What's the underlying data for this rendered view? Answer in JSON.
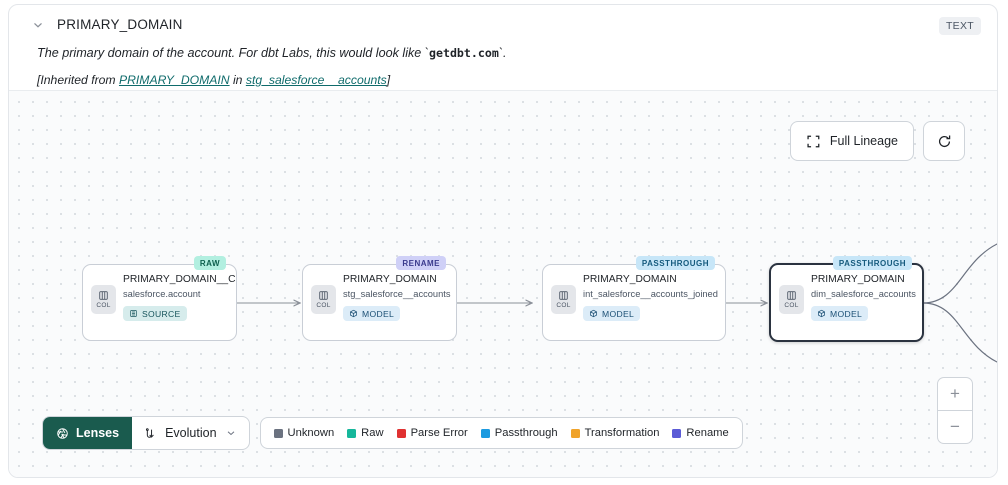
{
  "header": {
    "collapse_icon": "chevron-down-icon",
    "title": "PRIMARY_DOMAIN",
    "type_badge": "TEXT",
    "description_prefix": "The primary domain of the account. For dbt Labs, this would look like `",
    "description_code": "getdbt.com",
    "description_suffix": "`.",
    "inherit_open": "[Inherited from ",
    "inherit_link1": "PRIMARY_DOMAIN",
    "inherit_mid": " in ",
    "inherit_link2": "stg_salesforce__accounts",
    "inherit_close": "]"
  },
  "toolbar": {
    "full_lineage_label": "Full Lineage",
    "full_lineage_icon": "expand-icon",
    "refresh_icon": "refresh-icon"
  },
  "zoom_controls": {
    "zoom_in": "+",
    "zoom_out": "−"
  },
  "bottom_bar": {
    "lenses_label": "Lenses",
    "lenses_icon": "aperture-icon",
    "evolution_label": "Evolution",
    "evolution_icon": "evolution-icon",
    "evolution_chevron": "chevron-down-icon"
  },
  "legend": {
    "items": [
      {
        "label": "Unknown",
        "color": "#6b7280"
      },
      {
        "label": "Raw",
        "color": "#16b79b"
      },
      {
        "label": "Parse Error",
        "color": "#e03131"
      },
      {
        "label": "Passthrough",
        "color": "#1b9ae0"
      },
      {
        "label": "Transformation",
        "color": "#f0a32a"
      },
      {
        "label": "Rename",
        "color": "#5b5bd6"
      }
    ]
  },
  "lineage": {
    "nodes": [
      {
        "badge": "RAW",
        "badge_kind": "raw",
        "column_icon": "columns-icon",
        "column_label": "COL",
        "name": "PRIMARY_DOMAIN__C",
        "dataset": "salesforce.account",
        "pill_label": "SOURCE",
        "pill_kind": "source",
        "pill_icon": "database-icon",
        "selected": false
      },
      {
        "badge": "RENAME",
        "badge_kind": "rename",
        "column_icon": "columns-icon",
        "column_label": "COL",
        "name": "PRIMARY_DOMAIN",
        "dataset": "stg_salesforce__accounts",
        "pill_label": "MODEL",
        "pill_kind": "model",
        "pill_icon": "cube-icon",
        "selected": false
      },
      {
        "badge": "PASSTHROUGH",
        "badge_kind": "pass",
        "column_icon": "columns-icon",
        "column_label": "COL",
        "name": "PRIMARY_DOMAIN",
        "dataset": "int_salesforce__accounts_joined",
        "pill_label": "MODEL",
        "pill_kind": "model",
        "pill_icon": "cube-icon",
        "selected": false
      },
      {
        "badge": "PASSTHROUGH",
        "badge_kind": "pass",
        "column_icon": "columns-icon",
        "column_label": "COL",
        "name": "PRIMARY_DOMAIN",
        "dataset": "dim_salesforce_accounts",
        "pill_label": "MODEL",
        "pill_kind": "model",
        "pill_icon": "cube-icon",
        "selected": true
      }
    ]
  }
}
